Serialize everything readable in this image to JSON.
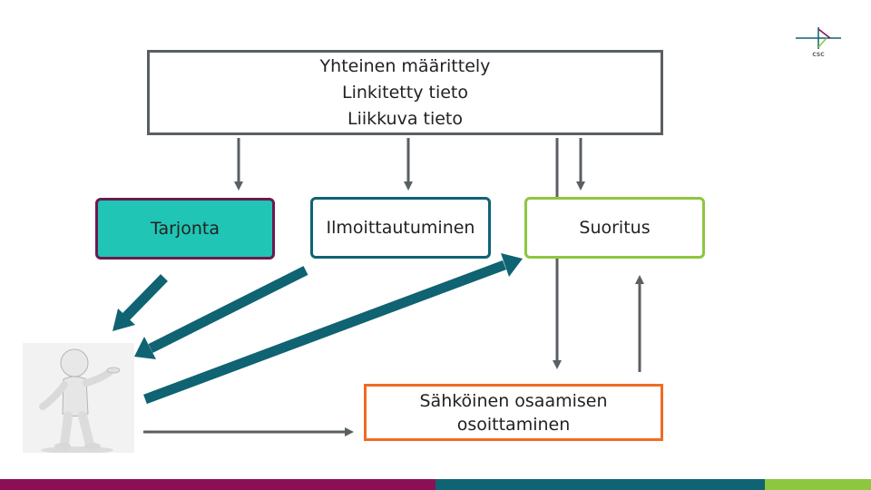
{
  "top_box": {
    "line1": "Yhteinen määrittely",
    "line2": "Linkitetty tieto",
    "line3": "Liikkuva tieto"
  },
  "boxes": {
    "tarjonta": "Tarjonta",
    "ilmoittautuminen": "Ilmoittautuminen",
    "suoritus": "Suoritus"
  },
  "bottom_box": {
    "line1": "Sähköinen osaamisen",
    "line2": "osoittaminen"
  },
  "logo": {
    "text": "CSC"
  },
  "colors": {
    "tarjonta_fill": "#20c5b5",
    "teal_arrow": "#0f6372",
    "gray_arrow": "#5a5f63",
    "suoritus_border": "#8dc63f",
    "sahko_border": "#ef6c24",
    "bar_purple": "#8b0f55",
    "bar_teal": "#0f6372",
    "bar_green": "#8dc63f"
  }
}
